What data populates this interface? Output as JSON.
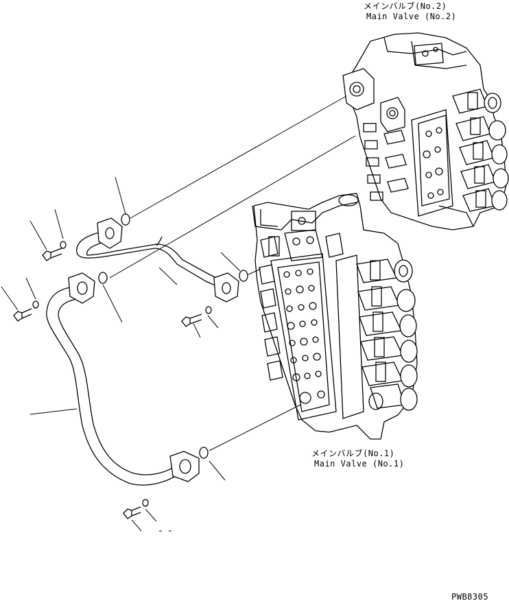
{
  "labels": {
    "valve2_jp": "メインバルブ(No.2)",
    "valve2_en": "Main Valve (No.2)",
    "valve1_jp": "メインバルブ(No.1)",
    "valve1_en": "Main Valve (No.1)",
    "code": "PWB8305"
  }
}
